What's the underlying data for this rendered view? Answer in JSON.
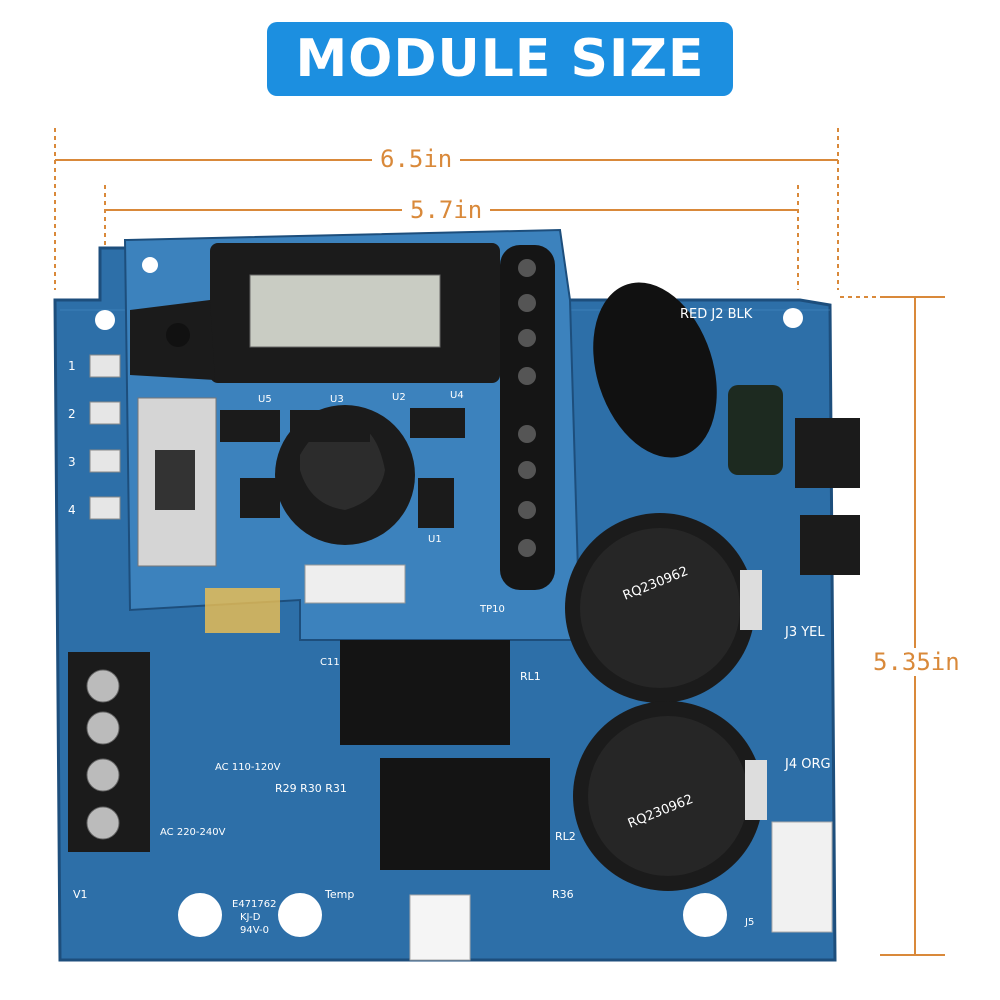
{
  "title": "MODULE SIZE",
  "dimensions": {
    "outer_width": "6.5in",
    "inner_width": "5.7in",
    "height": "5.35in"
  },
  "board_labels": {
    "terminal_1": "1",
    "terminal_2": "2",
    "terminal_3": "3",
    "terminal_4": "4",
    "connector_j2": "RED J2 BLK",
    "connector_j3": "J3 YEL",
    "connector_j4": "J4 ORG",
    "capacitor_1": "RQ230962",
    "capacitor_2": "RQ230962",
    "relay_1": "RL1",
    "relay_2": "RL2",
    "ac_high": "AC 220-240V",
    "ac_low": "AC 110-120V",
    "resistors": "R29 R30 R31",
    "temp": "Temp",
    "r36": "R36",
    "tp10": "TP10",
    "j5": "J5",
    "v1": "V1",
    "cert": "E471762",
    "cert2": "KJ-D",
    "cert3": "94V-0",
    "u5": "U5",
    "u3": "U3",
    "u2": "U2",
    "u4": "U4",
    "u1": "U1",
    "c11": "C11"
  },
  "colors": {
    "accent": "#1c8fe0",
    "dimension_line": "#d9893a",
    "board": "#2d6fa8",
    "board_light": "#4a8fc6"
  }
}
